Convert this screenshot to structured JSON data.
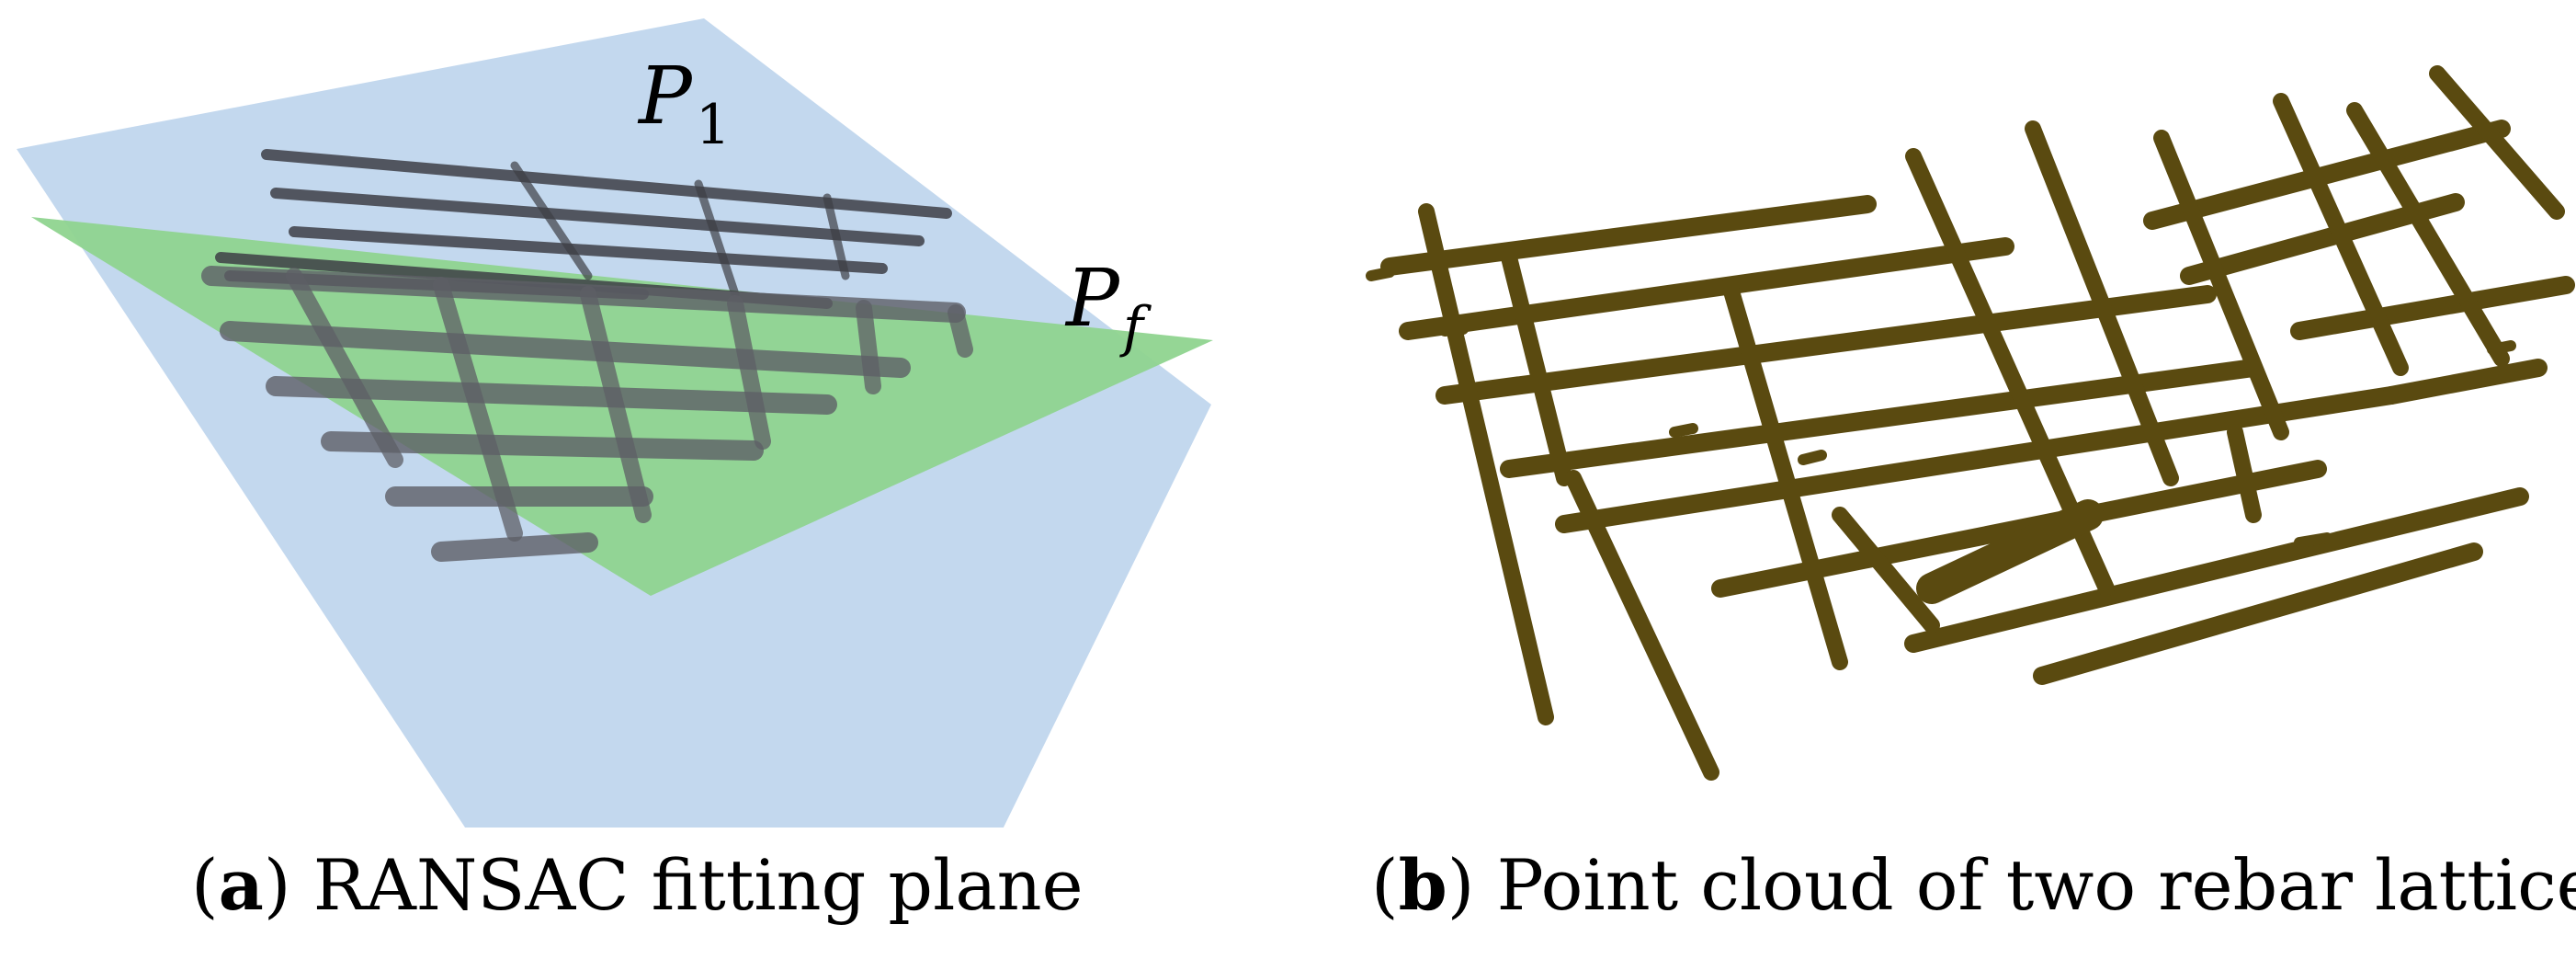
{
  "colors": {
    "plane_p1": "#c3d8ee",
    "plane_pf": "#8fd48f",
    "rebar_grey": "#5e5f66",
    "rebar_dark": "#3d3e45",
    "point_cloud": "#5a4a10"
  },
  "panel_a": {
    "caption_open": "(",
    "caption_letter": "a",
    "caption_text": ") RANSAC fitting plane",
    "plane_1": {
      "symbol": "P",
      "subscript": "1"
    },
    "plane_f": {
      "symbol": "P",
      "subscript": "f"
    }
  },
  "panel_b": {
    "caption_open": "(",
    "caption_letter": "b",
    "caption_text": ") Point cloud of two rebar lattices"
  }
}
